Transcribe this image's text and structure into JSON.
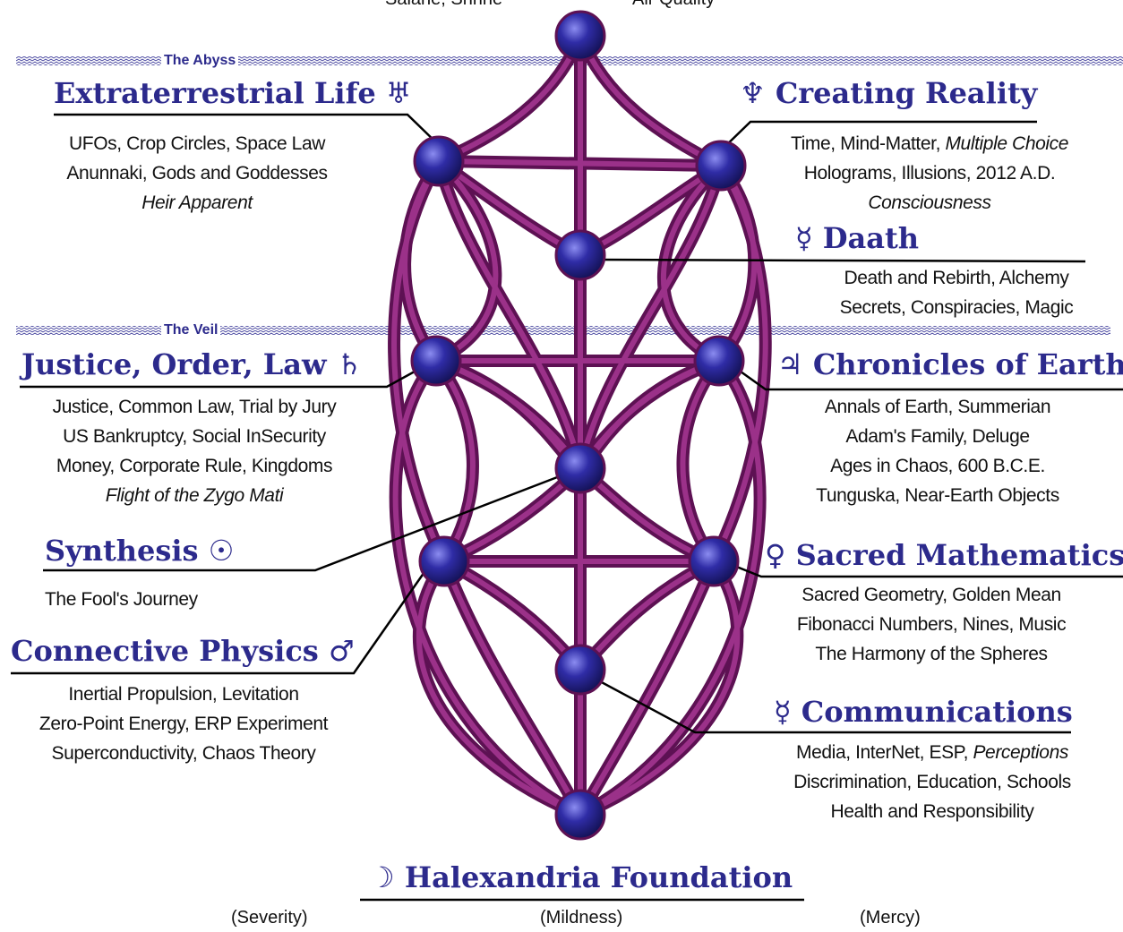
{
  "top_cut_text": {
    "left": "Salarie, Shrine",
    "right": "Air Quality"
  },
  "bands": {
    "abyss": "The Abyss",
    "veil": "The Veil"
  },
  "sephirot": {
    "extraterrestrial": {
      "title": "Extraterrestrial Life",
      "symbol": "♅",
      "lines": [
        "UFOs, Crop Circles, Space Law",
        "Anunnaki, Gods and Goddesses",
        "Heir Apparent"
      ]
    },
    "creating": {
      "title": "Creating Reality",
      "symbol": "♆",
      "lines": [
        "Time, Mind-Matter, ",
        "Multiple Choice",
        "Holograms, Illusions, 2012 A.D.",
        "Consciousness"
      ]
    },
    "daath": {
      "title": "Daath",
      "symbol": "☿",
      "lines": [
        "Death and Rebirth, Alchemy",
        "Secrets, Conspiracies, Magic"
      ]
    },
    "justice": {
      "title": "Justice, Order, Law",
      "symbol": "♄",
      "lines": [
        "Justice, Common Law, Trial by Jury",
        "US Bankruptcy, Social InSecurity",
        "Money, Corporate Rule, Kingdoms",
        "Flight of the Zygo Mati"
      ]
    },
    "chronicles": {
      "title": "Chronicles of Earth",
      "symbol": "♃",
      "lines": [
        "Annals of Earth, Summerian",
        "Adam's Family, Deluge",
        "Ages in Chaos, 600 B.C.E.",
        "Tunguska, Near-Earth Objects"
      ]
    },
    "synthesis": {
      "title": "Synthesis",
      "symbol": "☉",
      "lines": [
        "The Fool's Journey"
      ]
    },
    "sacred": {
      "title": "Sacred Mathematics",
      "symbol": "♀",
      "lines": [
        "Sacred Geometry, Golden Mean",
        "Fibonacci Numbers, Nines, Music",
        "The Harmony of the Spheres"
      ]
    },
    "connective": {
      "title": "Connective Physics",
      "symbol": "♂",
      "lines": [
        "Inertial Propulsion, Levitation",
        "Zero-Point Energy, ERP Experiment",
        "Superconductivity, Chaos Theory"
      ]
    },
    "communications": {
      "title": "Communications",
      "symbol": "☿",
      "lines": [
        "Media, InterNet, ESP, ",
        "Perceptions",
        "Discrimination, Education, Schools",
        "Health and Responsibility"
      ]
    },
    "foundation": {
      "title": "Halexandria Foundation",
      "symbol": "☽"
    }
  },
  "pillars": {
    "severity": "(Severity)",
    "mildness": "(Mildness)",
    "mercy": "(Mercy)"
  },
  "colors": {
    "path": "#7a1d6e",
    "path_highlight": "#c25ab2",
    "node": "#2a2793",
    "title": "#2c2a8c",
    "band": "#3a3898"
  }
}
